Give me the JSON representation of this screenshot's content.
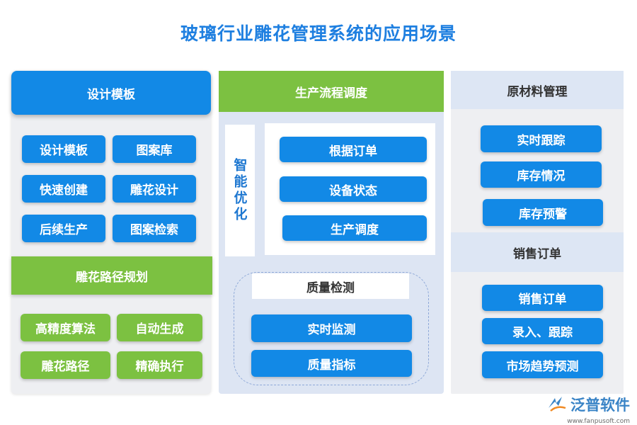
{
  "title": "玻璃行业雕花管理系统的应用场景",
  "left": {
    "header": "设计模板",
    "buttons": [
      "设计模板",
      "图案库",
      "快速创建",
      "雕花设计",
      "后续生产",
      "图案检索"
    ],
    "section2_header": "雕花路径规划",
    "section2_buttons": [
      "高精度算法",
      "自动生成",
      "雕花路径",
      "精确执行"
    ]
  },
  "center": {
    "header": "生产流程调度",
    "vertical_label": "智能优化",
    "buttons": [
      "根据订单",
      "设备状态",
      "生产调度"
    ],
    "quality_label": "质量检测",
    "quality_buttons": [
      "实时监测",
      "质量指标"
    ]
  },
  "right": {
    "header": "原材料管理",
    "buttons": [
      "实时跟踪",
      "库存情况",
      "库存预警"
    ],
    "section2_header": "销售订单",
    "section2_buttons": [
      "销售订单",
      "录入、跟踪",
      "市场趋势预测"
    ]
  },
  "brand": {
    "name": "泛普软件",
    "url": "www.fanpusoft.com"
  },
  "colors": {
    "title": "#1e7fe0",
    "blue": "#1289e6",
    "green": "#7cc141",
    "panel": "#eeeff2",
    "center_panel": "#dde5f3"
  }
}
